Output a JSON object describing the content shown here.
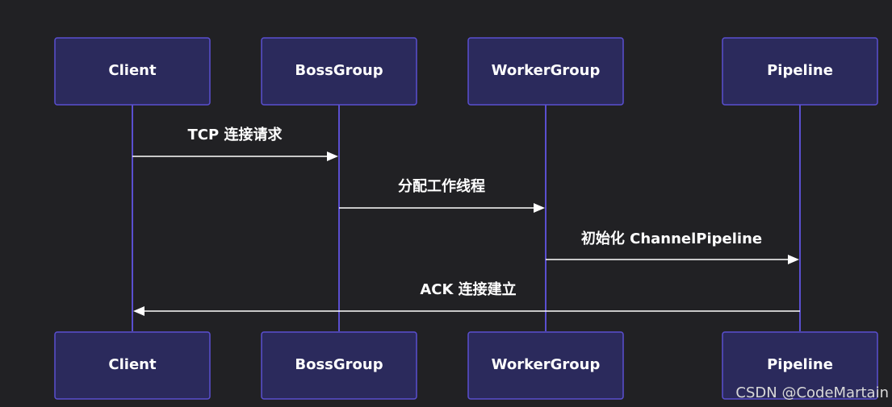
{
  "participants": [
    {
      "label": "Client"
    },
    {
      "label": "BossGroup"
    },
    {
      "label": "WorkerGroup"
    },
    {
      "label": "Pipeline"
    }
  ],
  "messages": [
    {
      "from": 0,
      "to": 1,
      "label": "TCP 连接请求"
    },
    {
      "from": 1,
      "to": 2,
      "label": "分配工作线程"
    },
    {
      "from": 2,
      "to": 3,
      "label": "初始化 ChannelPipeline"
    },
    {
      "from": 3,
      "to": 0,
      "label": "ACK 连接建立"
    }
  ],
  "watermark": "CSDN @CodeMartain",
  "colors": {
    "background": "#212124",
    "actor_fill": "#2b2a5c",
    "actor_stroke": "#5a4fd0",
    "lifeline": "#5a4fd0",
    "message": "#ffffff"
  }
}
